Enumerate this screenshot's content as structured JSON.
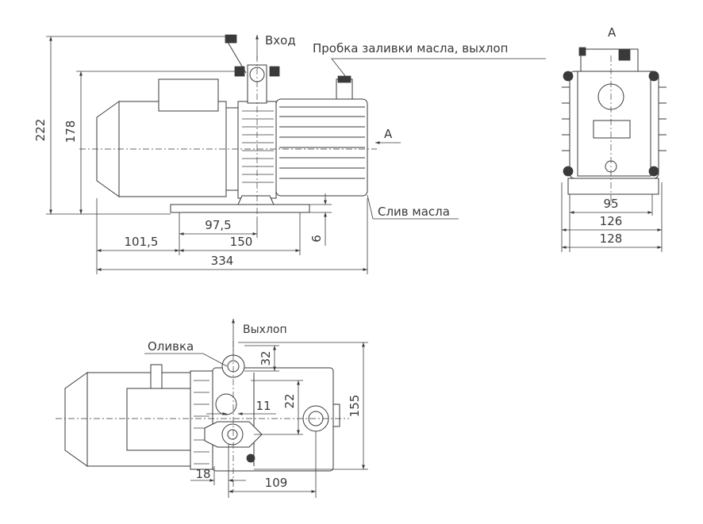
{
  "labels": {
    "inlet": "Вход",
    "oil_plug": "Пробка заливки масла, выхлоп",
    "view_a": "А",
    "view_a_arrow": "А",
    "oil_drain": "Слив масла",
    "exhaust": "Выхлоп",
    "oil_fill": "Оливка"
  },
  "dimensions": {
    "total_height": "222",
    "axis_height": "178",
    "d_97_5": "97,5",
    "d_101_5": "101,5",
    "d_150": "150",
    "d_334": "334",
    "d_6": "6",
    "d_95": "95",
    "d_126": "126",
    "d_128": "128",
    "d_32": "32",
    "d_22": "22",
    "d_11": "11",
    "d_155": "155",
    "d_18": "18",
    "d_109": "109"
  }
}
